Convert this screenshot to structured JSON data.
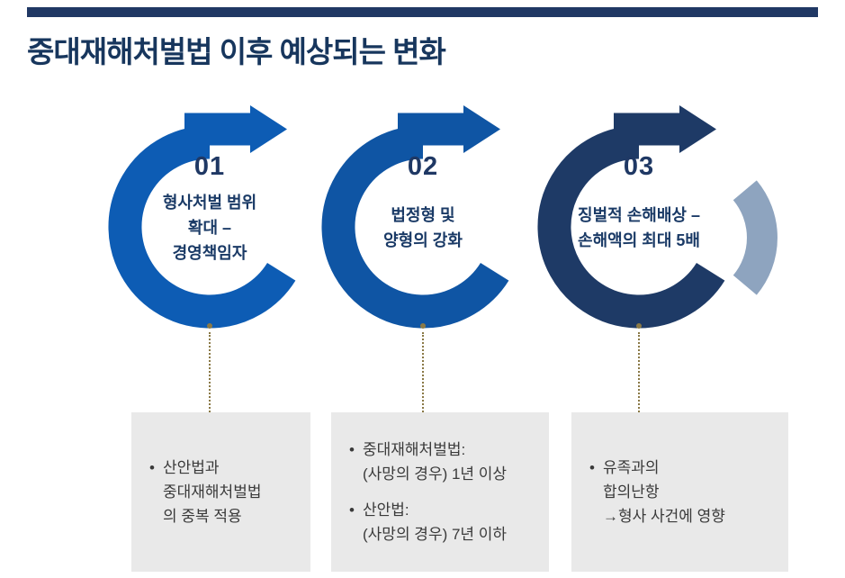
{
  "slide": {
    "title": "중대재해처벌법 이후 예상되는 변화",
    "top_bar_color": "#203864",
    "title_color": "#17365d",
    "number_color": "#1f3864",
    "label_color": "#1a3a66",
    "connector_color": "#8a7946",
    "note_bg_color": "#e9e9e9",
    "note_text_color": "#3a3a3a",
    "tail_stub_color": "#8ea4bf"
  },
  "steps": [
    {
      "number": "01",
      "ring_color": "#0d5cb4",
      "label_lines": [
        "형사처벌 범위",
        "확대 –",
        "경영책임자"
      ],
      "notes": [
        {
          "bullet": "•",
          "lines": [
            "산안법과",
            "중대재해처벌법",
            "의 중복 적용"
          ]
        }
      ]
    },
    {
      "number": "02",
      "ring_color": "#0f55a4",
      "label_lines": [
        "법정형 및",
        "양형의 강화"
      ],
      "notes": [
        {
          "bullet": "•",
          "lines": [
            "중대재해처벌법:",
            "(사망의 경우) 1년 이상"
          ]
        },
        {
          "bullet": "•",
          "lines": [
            "산안법:",
            "(사망의 경우) 7년 이하"
          ]
        }
      ]
    },
    {
      "number": "03",
      "ring_color": "#1e3a66",
      "label_lines": [
        "징벌적 손해배상 –",
        "손해액의 최대 5배"
      ],
      "notes": [
        {
          "bullet": "•",
          "lines": [
            "유족과의",
            "합의난항",
            "→형사 사건에 영향"
          ]
        }
      ]
    }
  ]
}
